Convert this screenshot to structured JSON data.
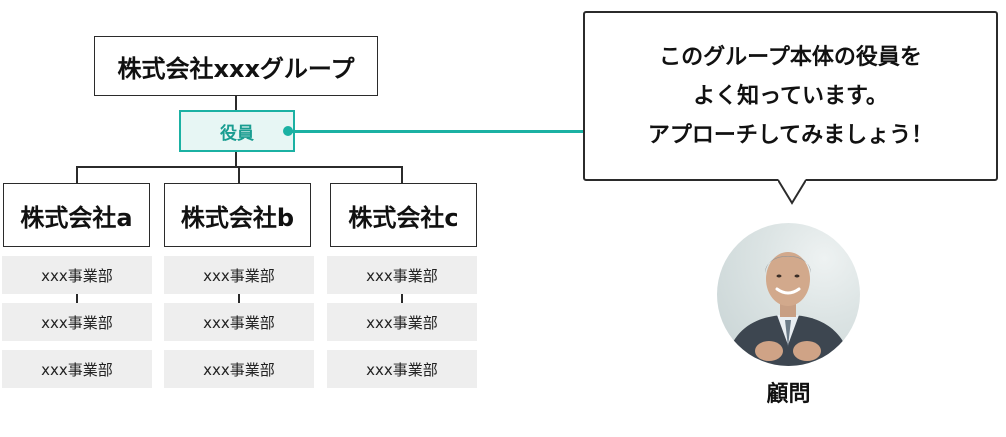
{
  "org_chart": {
    "group_name": "株式会社xxxグループ",
    "role_label": "役員",
    "companies": [
      {
        "name": "株式会社a",
        "divisions": [
          "xxx事業部",
          "xxx事業部",
          "xxx事業部"
        ]
      },
      {
        "name": "株式会社b",
        "divisions": [
          "xxx事業部",
          "xxx事業部",
          "xxx事業部"
        ]
      },
      {
        "name": "株式会社c",
        "divisions": [
          "xxx事業部",
          "xxx事業部",
          "xxx事業部"
        ]
      }
    ]
  },
  "speech_bubble": {
    "lines": [
      "このグループ本体の役員を",
      "よく知っています。",
      "アプローチしてみましょう！"
    ]
  },
  "advisor": {
    "label": "顧問"
  },
  "colors": {
    "accent": "#1bb1a3",
    "role_fill": "#e7f6f4",
    "division_fill": "#eeeeee",
    "line": "#2b2b2b"
  }
}
